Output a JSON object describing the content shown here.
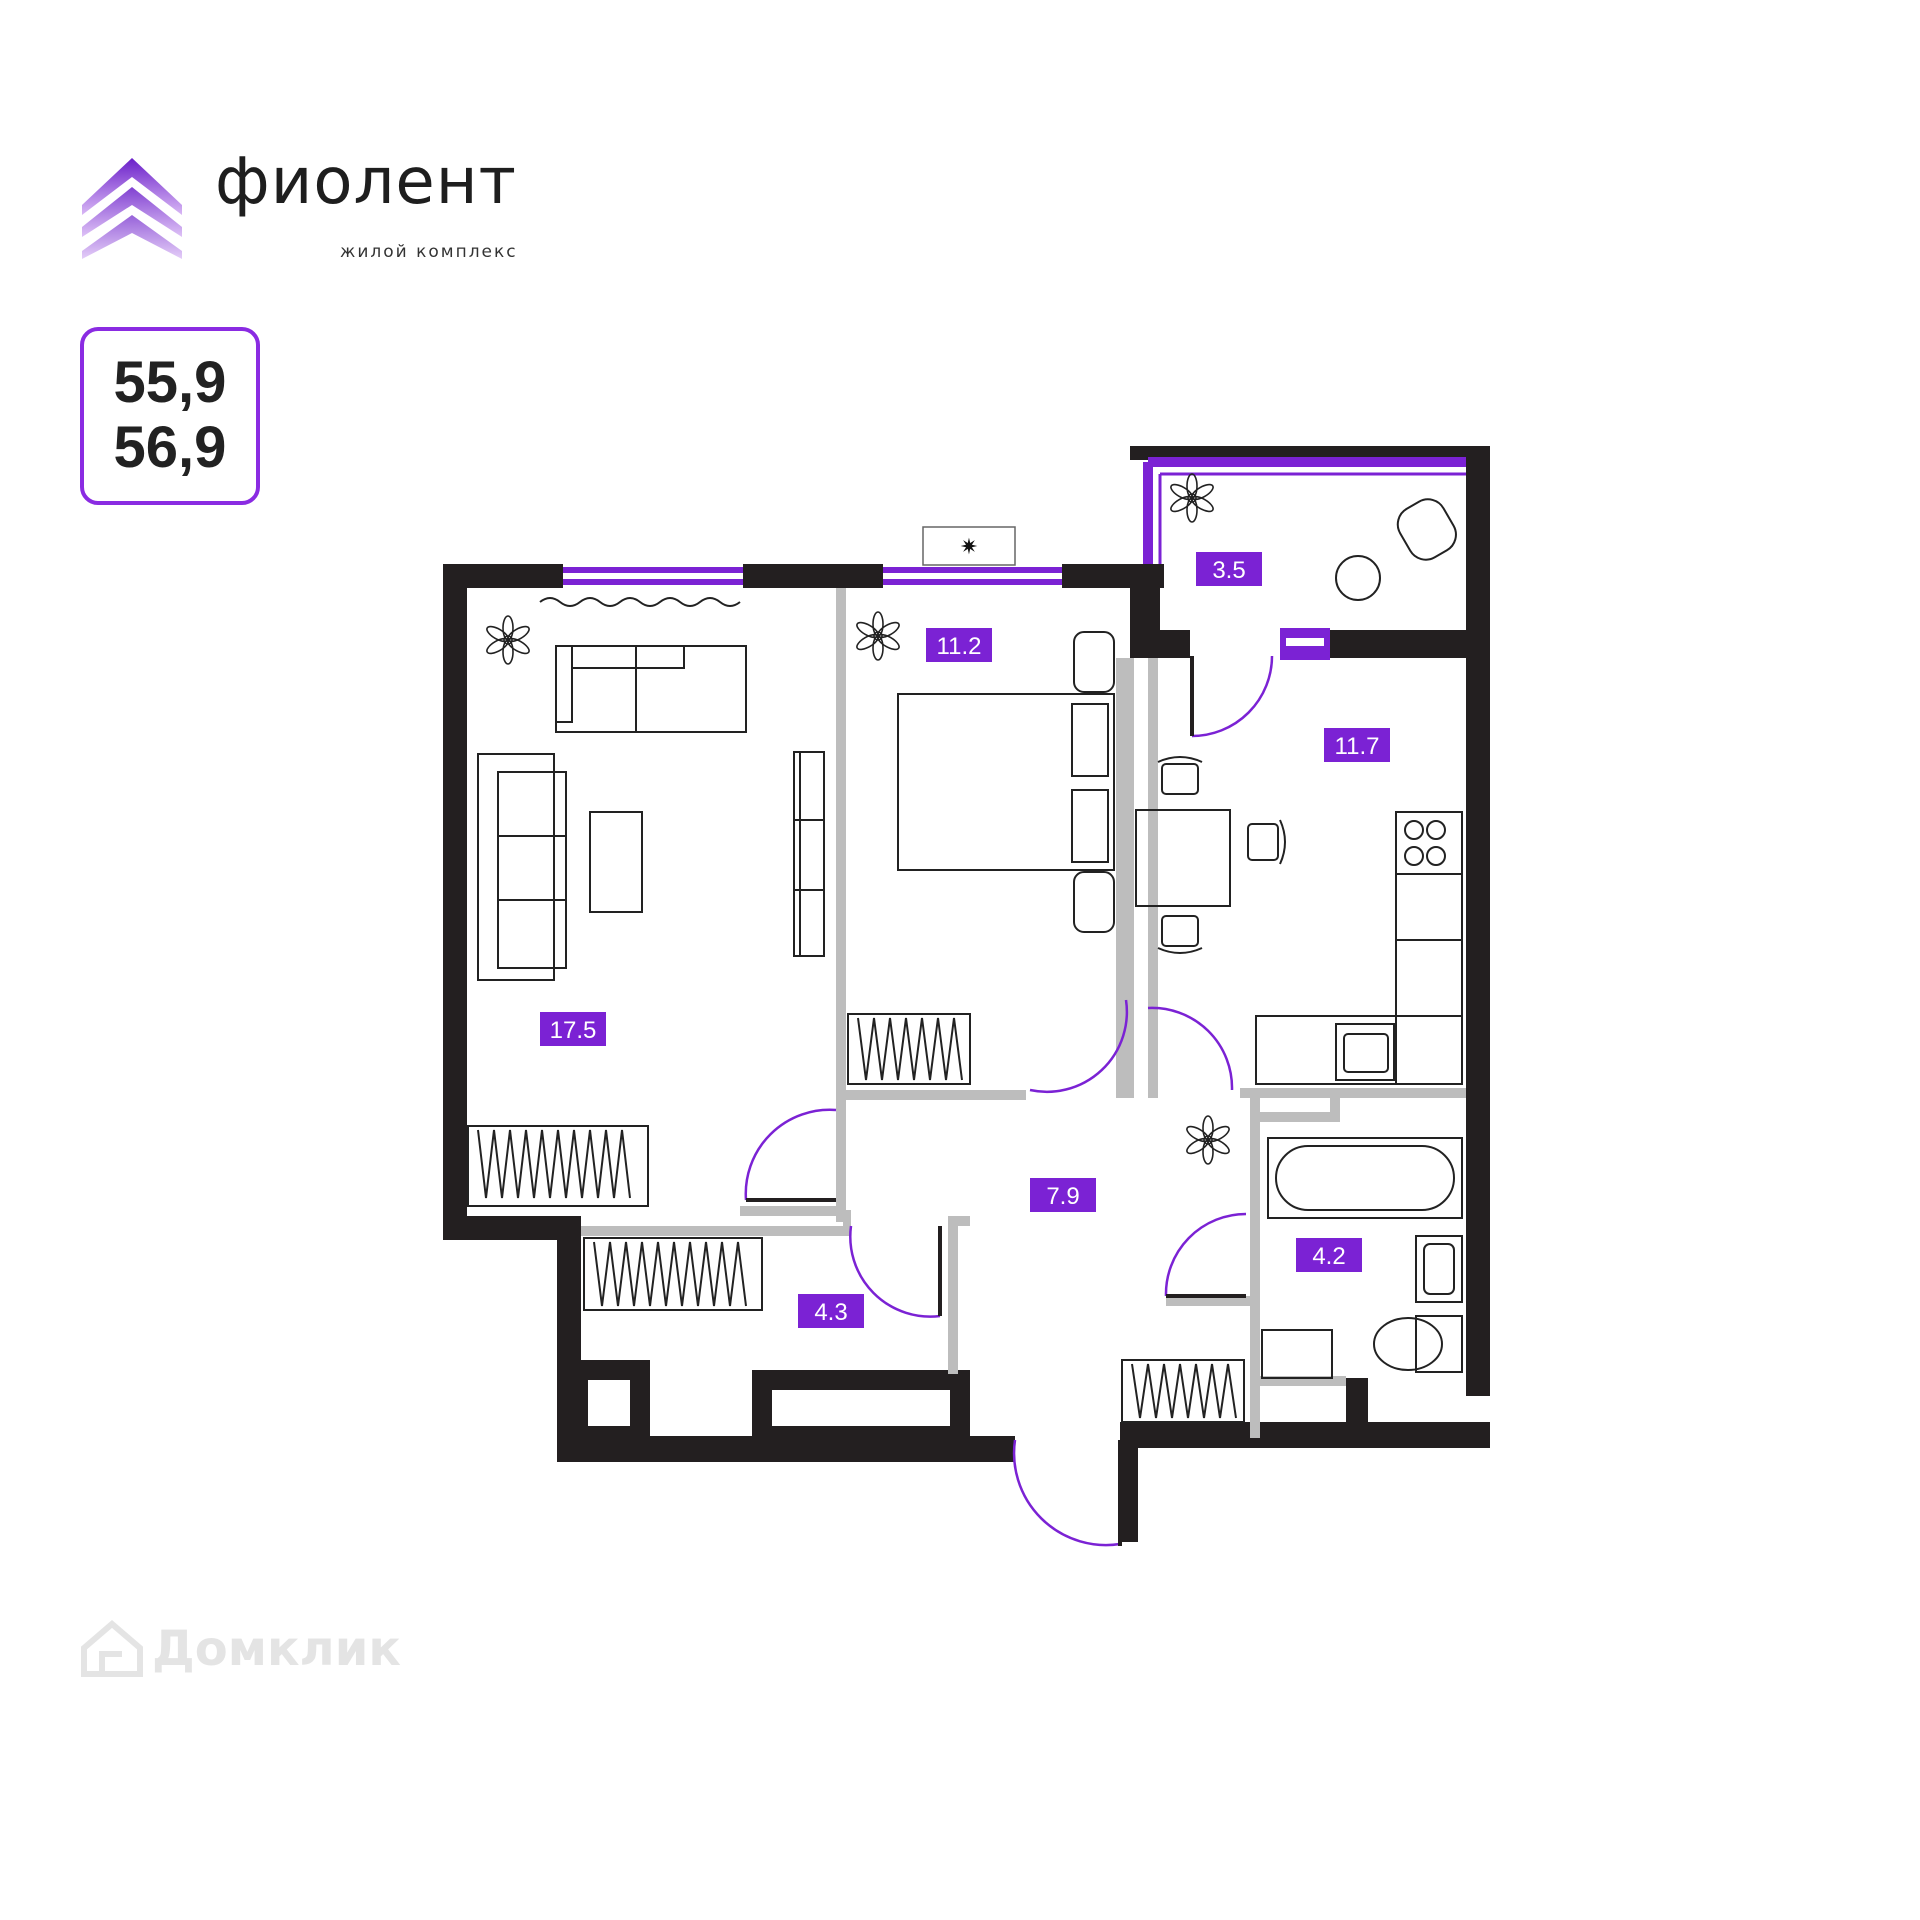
{
  "brand": {
    "name": "фиолент",
    "subtitle": "жилой комплекс"
  },
  "apartment": {
    "area_1": "55,9",
    "area_2": "56,9"
  },
  "rooms": {
    "living_room": "17.5",
    "bedroom": "11.2",
    "kitchen": "11.7",
    "balcony": "3.5",
    "hallway": "7.9",
    "bathroom": "4.2",
    "storage": "4.3"
  },
  "watermark": "Домклик",
  "colors": {
    "accent": "#7b22d4",
    "wall": "#231f20",
    "partition": "#bdbdbd"
  }
}
